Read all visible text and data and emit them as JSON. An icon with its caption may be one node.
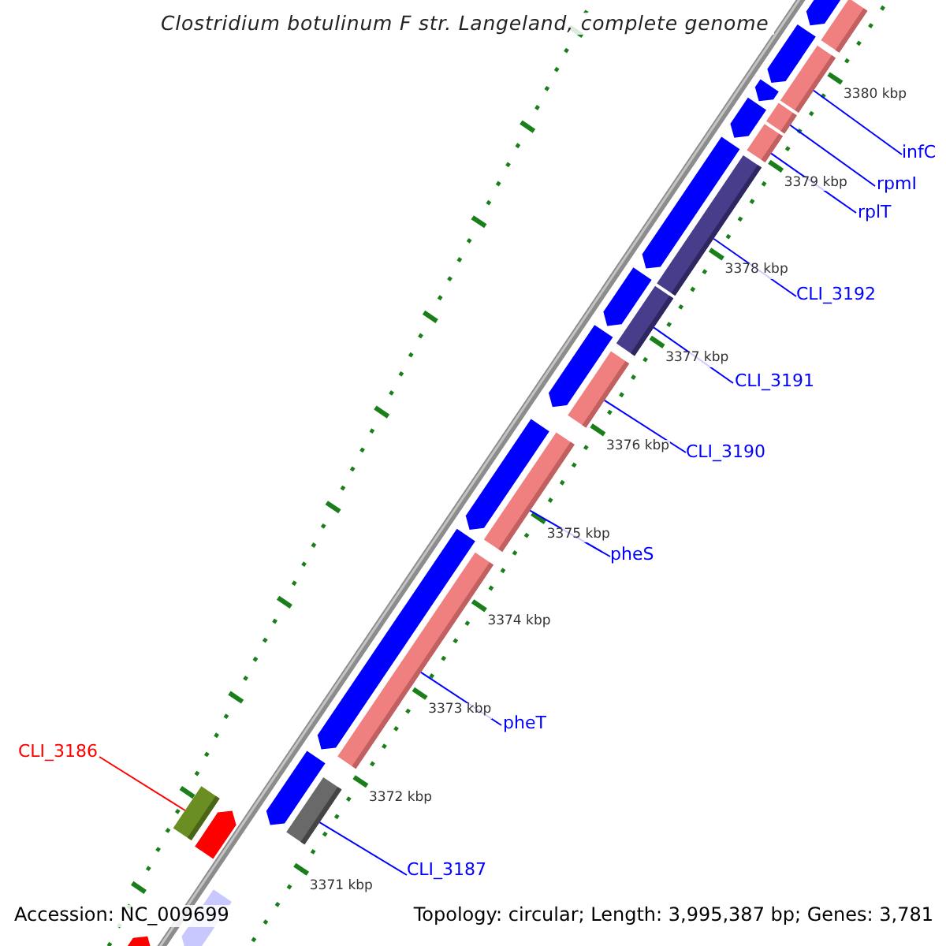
{
  "diagram": {
    "title": "Clostridium botulinum F str. Langeland, complete genome",
    "nodes": [
      {
        "text": [
          "infC"
        ]
      },
      {
        "text": [
          "rpmI"
        ]
      },
      {
        "text": [
          "rplT"
        ]
      },
      {
        "text": [
          "CLI_3192"
        ]
      },
      {
        "text": [
          "CLI_3191"
        ]
      },
      {
        "text": [
          "CLI_3190"
        ]
      },
      {
        "text": [
          "pheS"
        ]
      },
      {
        "text": [
          "pheT"
        ]
      },
      {
        "text": [
          "CLI_3187"
        ]
      },
      {
        "text": [
          "CLI_3186"
        ]
      },
      {
        "text": [],
        "shape": "bar"
      },
      {
        "text": [],
        "shape": "bar"
      },
      {
        "text": [],
        "shape": "bar"
      },
      {
        "text": [],
        "shape": "bar"
      },
      {
        "text": [],
        "shape": "bar"
      },
      {
        "text": [],
        "shape": "bar"
      },
      {
        "text": [],
        "shape": "bar"
      },
      {
        "text": [],
        "shape": "bar"
      },
      {
        "text": [],
        "shape": "bar"
      },
      {
        "text": [],
        "shape": "bar"
      },
      {
        "text": [],
        "shape": "arrow"
      },
      {
        "text": [],
        "shape": "bar"
      },
      {
        "text": [],
        "shape": "arrow"
      },
      {
        "text": [],
        "shape": "arrow"
      },
      {
        "text": [],
        "shape": "arrow"
      },
      {
        "text": [],
        "shape": "arrow"
      },
      {
        "text": [],
        "shape": "arrow"
      },
      {
        "text": [],
        "shape": "arrow"
      },
      {
        "text": [],
        "shape": "arrow"
      },
      {
        "text": [],
        "shape": "arrow"
      },
      {
        "text": [],
        "shape": "arrow"
      },
      {
        "text": [],
        "shape": "arrow"
      },
      {
        "text": [],
        "shape": "arrow"
      },
      {
        "text": [],
        "shape": "arrow"
      }
    ],
    "edges": [
      {
        "from": 0,
        "to": 10,
        "arrow": "none"
      },
      {
        "from": 1,
        "to": 11,
        "arrow": "none"
      },
      {
        "from": 2,
        "to": 12,
        "arrow": "none"
      },
      {
        "from": 3,
        "to": 13,
        "arrow": "none"
      },
      {
        "from": 4,
        "to": 14,
        "arrow": "none"
      },
      {
        "from": 5,
        "to": 15,
        "arrow": "none"
      },
      {
        "from": 6,
        "to": 16,
        "arrow": "none"
      },
      {
        "from": 7,
        "to": 17,
        "arrow": "none"
      },
      {
        "from": 8,
        "to": 18,
        "arrow": "none"
      },
      {
        "from": 9,
        "to": 19,
        "arrow": "none",
        "color": "#ff0000"
      }
    ],
    "labels": [
      "3380 kbp",
      "3379 kbp",
      "3378 kbp",
      "3377 kbp",
      "3376 kbp",
      "3375 kbp",
      "3374 kbp",
      "3373 kbp",
      "3372 kbp",
      "3371 kbp",
      "Accession: NC_009699",
      "Topology: circular; Length: 3,995,387 bp; Genes: 3,781"
    ]
  }
}
